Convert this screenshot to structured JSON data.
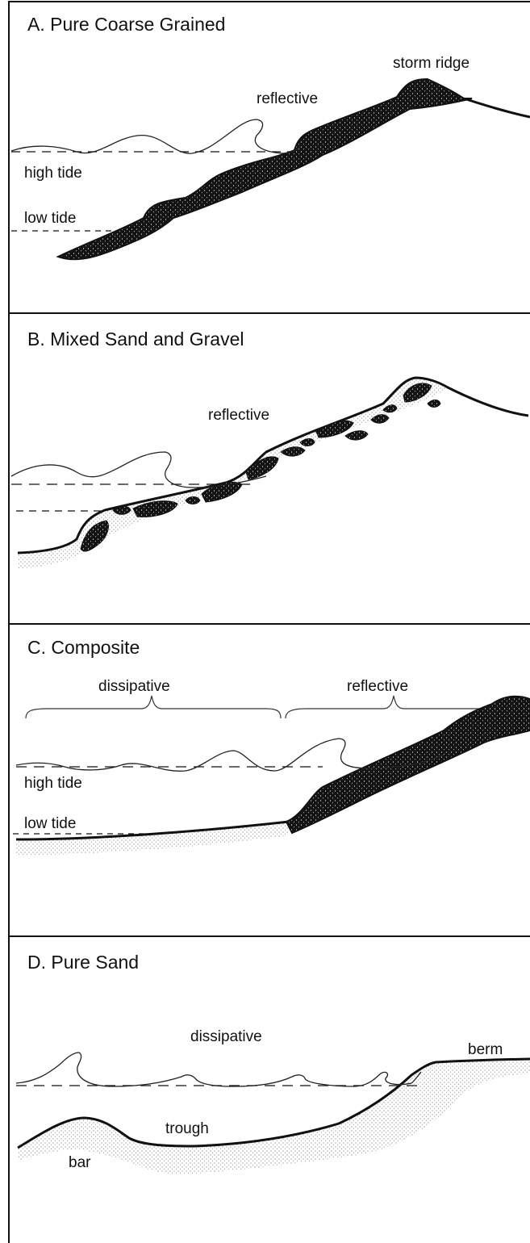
{
  "panels": [
    {
      "title": "A. Pure Coarse Grained",
      "labels": {
        "storm_ridge": "storm ridge",
        "reflective": "reflective",
        "high_tide": "high tide",
        "low_tide": "low tide"
      }
    },
    {
      "title": "B. Mixed Sand and Gravel",
      "labels": {
        "reflective": "reflective"
      }
    },
    {
      "title": "C. Composite",
      "labels": {
        "dissipative": "dissipative",
        "reflective": "reflective",
        "high_tide": "high tide",
        "low_tide": "low tide"
      }
    },
    {
      "title": "D. Pure Sand",
      "labels": {
        "dissipative": "dissipative",
        "berm": "berm",
        "trough": "trough",
        "bar": "bar"
      }
    }
  ],
  "colors": {
    "ink": "#111111",
    "sand": "#bdbdbd",
    "gravel": "#141414"
  }
}
